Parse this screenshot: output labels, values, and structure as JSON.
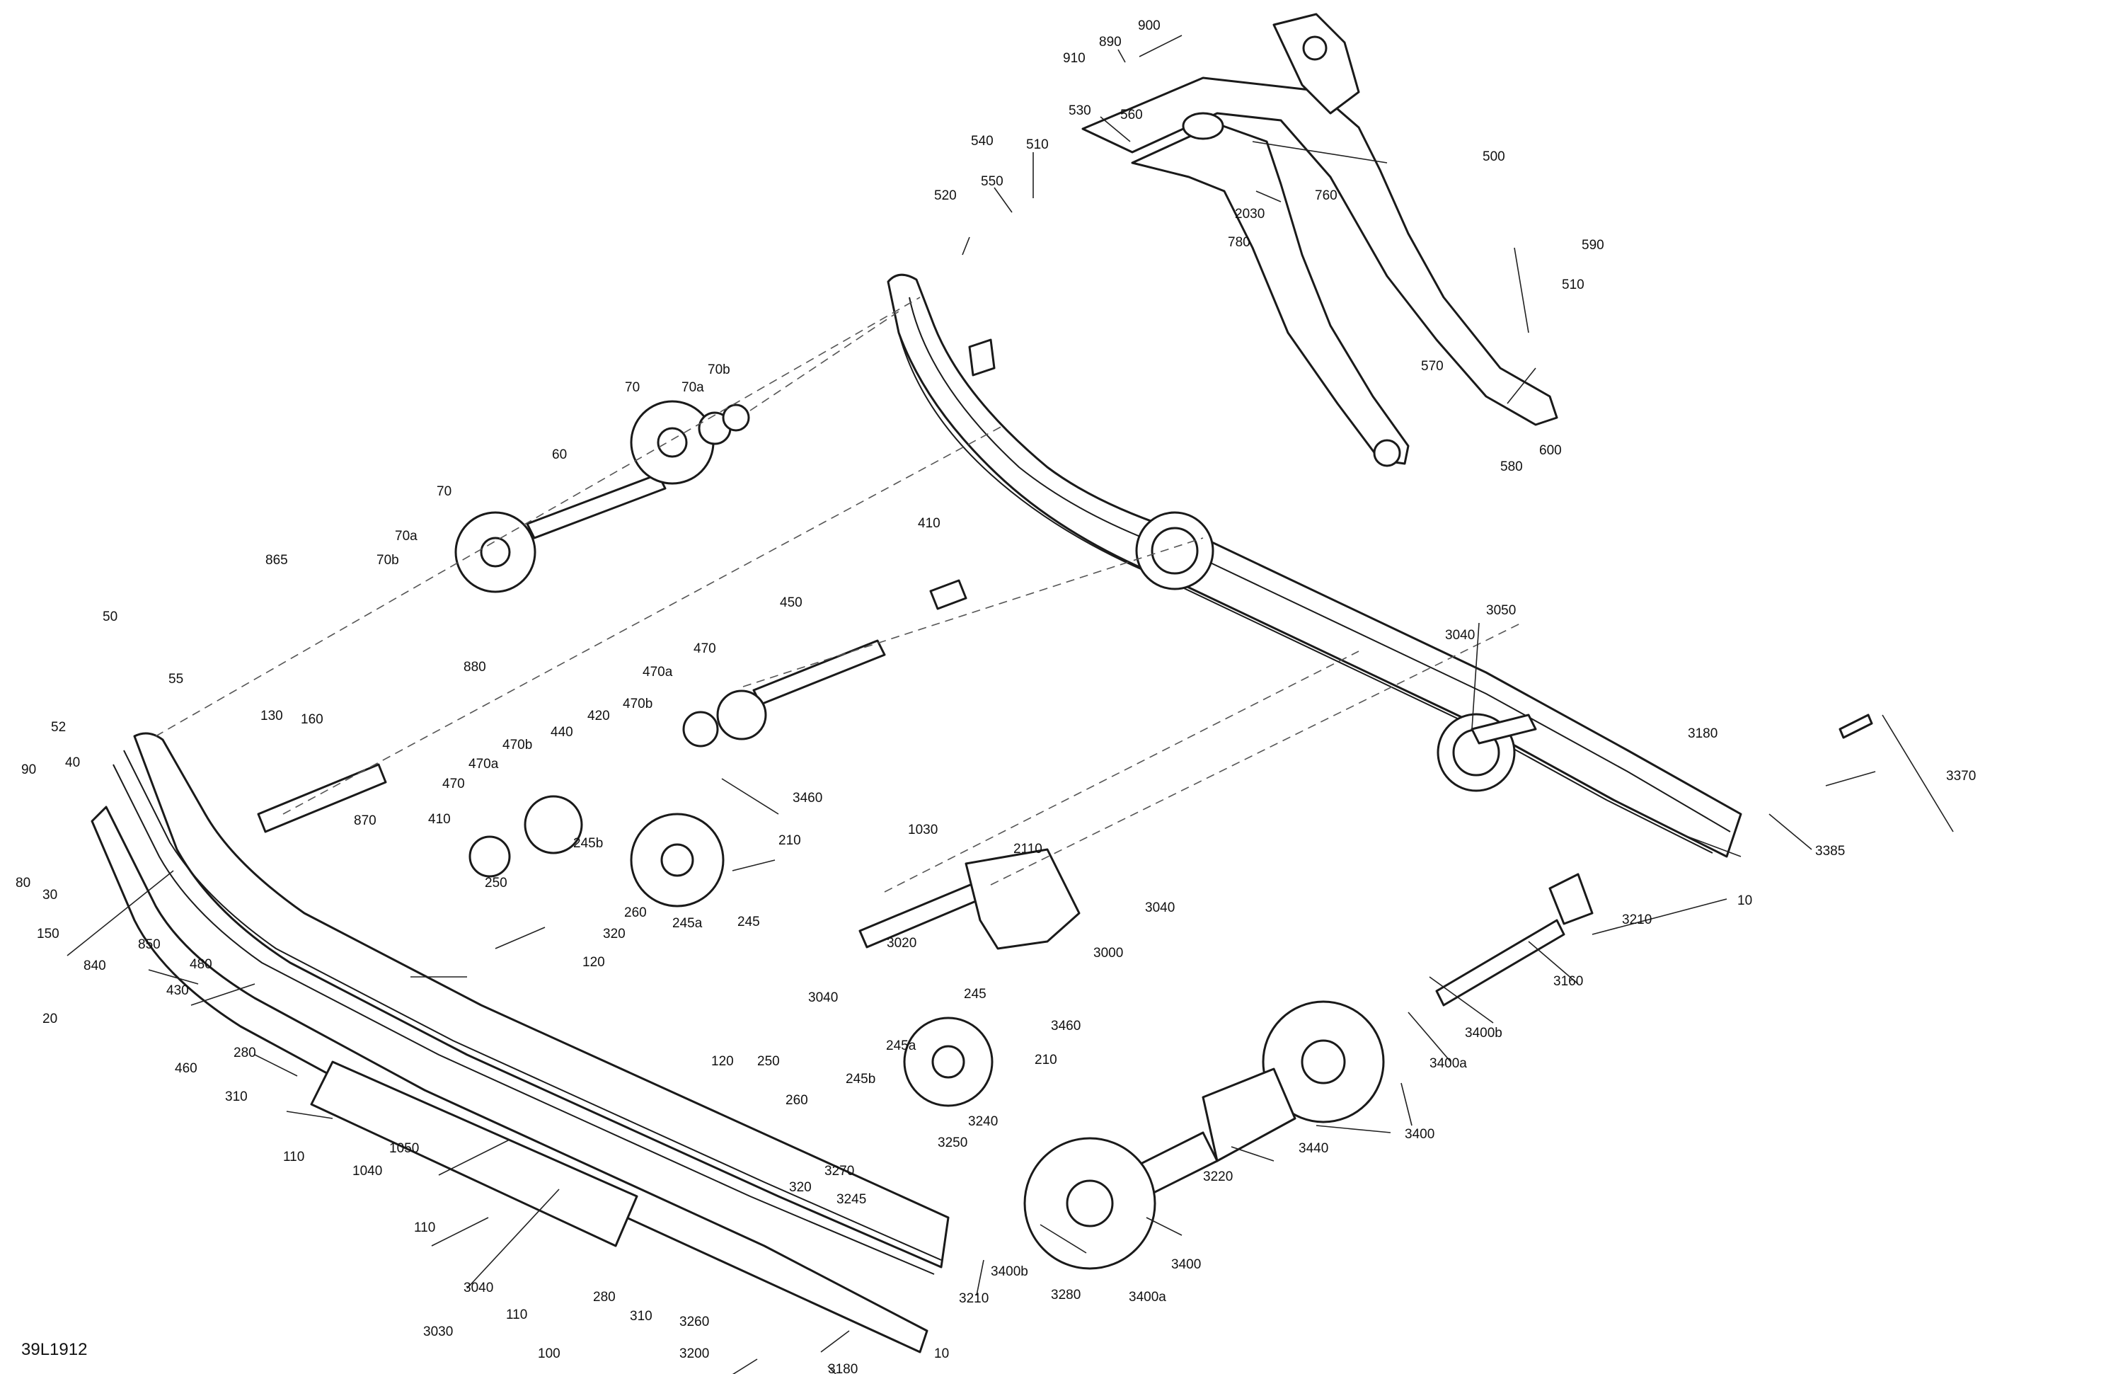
{
  "diagram_code": "39L1912",
  "labels": [
    "900",
    "910",
    "890",
    "530",
    "560",
    "540",
    "510",
    "550",
    "520",
    "2030",
    "760",
    "780",
    "500",
    "590",
    "510",
    "570",
    "580",
    "600",
    "70b",
    "70",
    "70a",
    "60",
    "70",
    "70a",
    "70b",
    "865",
    "410",
    "450",
    "3040",
    "3050",
    "50",
    "55",
    "880",
    "470a",
    "470",
    "470b",
    "130",
    "160",
    "420",
    "440",
    "470b",
    "470a",
    "52",
    "90",
    "40",
    "470",
    "410",
    "870",
    "3180",
    "3370",
    "3460",
    "210",
    "30",
    "80",
    "150",
    "245b",
    "260",
    "245a",
    "245",
    "250",
    "320",
    "1030",
    "2110",
    "3040",
    "3385",
    "10",
    "3210",
    "840",
    "850",
    "3020",
    "3000",
    "480",
    "430",
    "120",
    "20",
    "460",
    "3040",
    "245",
    "3460",
    "245b",
    "245a",
    "210",
    "3160",
    "3400b",
    "3400a",
    "280",
    "310",
    "120",
    "250",
    "260",
    "110",
    "320",
    "3400",
    "3440",
    "1050",
    "1040",
    "3250",
    "3240",
    "3270",
    "3245",
    "3220",
    "110",
    "3040",
    "110",
    "280",
    "310",
    "3210",
    "3400b",
    "3280",
    "3400",
    "3400a",
    "3030",
    "3260",
    "3200",
    "100",
    "3180",
    "10"
  ]
}
